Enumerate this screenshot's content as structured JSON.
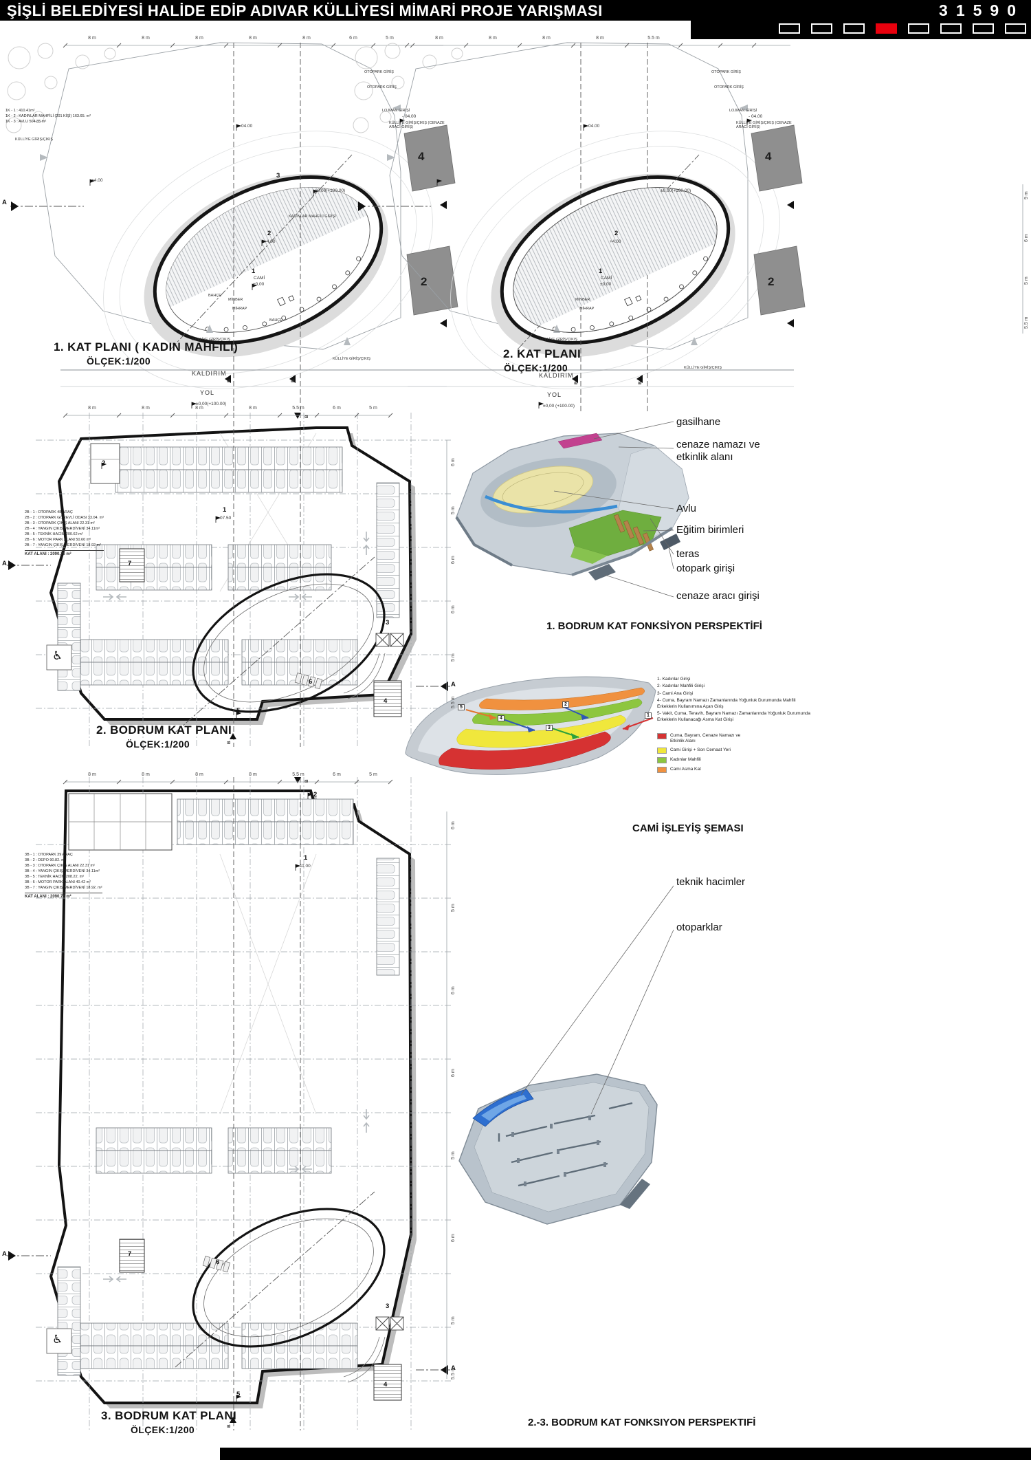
{
  "header": {
    "title": "ŞİŞLİ BELEDİYESİ HALİDE EDİP ADIVAR KÜLLİYESİ MİMARİ PROJE YARIŞMASI",
    "code": "31590",
    "pager_total": 8,
    "pager_active": 4,
    "accent": "#e8000d"
  },
  "shared": {
    "kulliye_giris": "KÜLLİYE GİRİŞ/ÇIKIŞ",
    "otopark_giris": "OTOPARK GİRİŞ",
    "lojman_girisi": "LOJMAN GİRİŞİ",
    "cenaze_giris": "KÜLLİYE GİRİŞ/ÇIKIŞ (CENAZE ARACI GİRİŞ)",
    "kadinlar_mahfili_girisi": "KADINLAR MAHFİLİ GİRİŞİ",
    "elev_m4": "- 04.00",
    "elev_p4": "+4.00",
    "elev_0": "±0,00(+100.00)",
    "elev_0b": "±0,00 (+100.00)",
    "cami": "CAMİ",
    "elev_00": "±0,00",
    "bahce": "BAHÇE",
    "minber": "MİNBER",
    "mihrap": "MİHRAP",
    "kaldirim": "KALDIRIM",
    "yol": "YOL",
    "olcek": "ÖLÇEK:1/200",
    "a": "A",
    "b": "B",
    "n1": "1",
    "n2": "2",
    "n3": "3",
    "n4": "4",
    "n5": "5",
    "n6": "6",
    "n7": "7",
    "wheelchair_icon": "♿"
  },
  "dims": {
    "d8": "8 m",
    "d6": "6 m",
    "d5": "5 m",
    "d55": "5.5 m",
    "d9": "9 m"
  },
  "kat1": {
    "caption": "1. KAT PLANI ( KADIN MAHFİLİ)",
    "notes": [
      "1K - 1 : 410.41m²",
      "1K - 2 : KADINLAR MAHFİLİ (201 KİŞİ) 163.65. m²",
      "1K - 3 : AVLU 504.85 m²"
    ]
  },
  "kat2": {
    "caption": "2. KAT PLANI"
  },
  "bodrum2": {
    "caption": "2. BODRUM KAT PLANI",
    "elev": "- 07.50",
    "notes": [
      "2B - 1 : OTOPARK 48 ARAÇ",
      "2B - 2 : OTOPARK GÖREVLİ ODASI 33.04. m²",
      "2B - 3 : OTOPARK ÇIKIŞ ALANI 22.31 m²",
      "2B - 4 : YANGIN ÇIKIŞ MERDİVENİ 34.11m²",
      "2B - 5 : TEKNİK HACİM 200.62 m²",
      "2B - 6 : MOTOR PARK ALANI 50.60 m²",
      "2B - 7 : YANGIN ÇIKIŞ MERDİVENİ 18.92 m²"
    ],
    "area": "KAT ALANI : 2090.76 m²"
  },
  "bodrum3": {
    "caption": "3. BODRUM KAT PLANI",
    "elev": "- 11.00",
    "notes": [
      "3B - 1 : OTOPARK 39 ARAÇ",
      "3B - 2 : DEPO 90.82. m²",
      "3B - 3 : OTOPARK ÇIKIŞ ALANI 22.31 m²",
      "3B - 4 : YANGIN ÇIKIŞ MERDİVENİ 34.11m²",
      "3B - 5 : TEKNİK HACİM 208.22. m²",
      "3B - 6 : MOTOR PARK ALANI 40.42 m²",
      "3B - 7 : YANGIN ÇIKIŞ MERDİVENİ 18.92. m²"
    ],
    "area": "KAT ALANI : 2090.76 m²"
  },
  "persp1": {
    "caption": "1. BODRUM KAT FONKSİYON PERSPEKTİFİ",
    "gasilhane": "gasilhane",
    "cenaze": "cenaze namazı ve etkinlik alanı",
    "avlu": "Avlu",
    "egitim": "Eğitim birimleri",
    "teras": "teras",
    "otopark": "otopark girişi",
    "cenaze_araci": "cenaze aracı girişi"
  },
  "sema": {
    "caption": "CAMİ İŞLEYİŞ ŞEMASI",
    "notes": [
      "1- Kadınlar Girişi",
      "2- Kadınlar Mahfili Girişi",
      "3- Cami Ana Girişi",
      "4- Cuma, Bayram Namazı Zamanlarında Yoğunluk Durumunda Mahfili Erkeklerin Kullanımına Açan Giriş",
      "5- Vakit, Cuma, Teravih, Bayram Namazı Zamanlarında Yoğunluk Durumunda Erkeklerin Kullanacağı Asma Kat Girişi"
    ],
    "legend": [
      {
        "color": "#d63232",
        "label": "Cuma, Bayram, Cenaze Namazı ve Etkinlik Alanı"
      },
      {
        "color": "#f0e73c",
        "label": "Cami Girişi + Son Cemaat Yeri"
      },
      {
        "color": "#8dc63f",
        "label": "Kadınlar Mahfili"
      },
      {
        "color": "#f0913f",
        "label": "Cami Asma Kat"
      }
    ]
  },
  "persp2": {
    "caption": "2.-3. BODRUM KAT FONKSIYON PERSPEKTIFİ",
    "teknik": "teknik hacimler",
    "otoparklar": "otoparklar"
  }
}
